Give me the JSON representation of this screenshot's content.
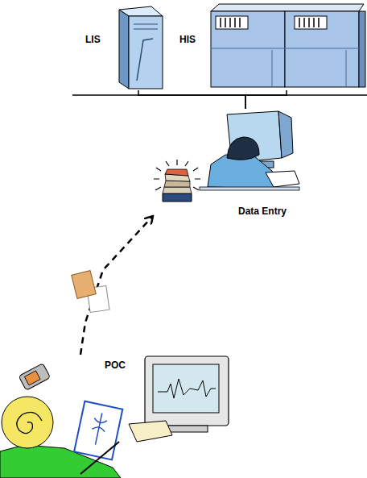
{
  "diagram": {
    "nodes": [
      {
        "text": [
          "LIS"
        ]
      },
      {
        "text": [
          "HIS"
        ]
      },
      {
        "text": [
          "Data Entry"
        ]
      },
      {
        "text": [
          "POC"
        ]
      }
    ],
    "edges": [
      {
        "from": 0,
        "to": 2,
        "arrow": "none"
      },
      {
        "from": 1,
        "to": 2,
        "arrow": "none"
      },
      {
        "from": 3,
        "to": 2,
        "arrow": "to"
      }
    ]
  }
}
